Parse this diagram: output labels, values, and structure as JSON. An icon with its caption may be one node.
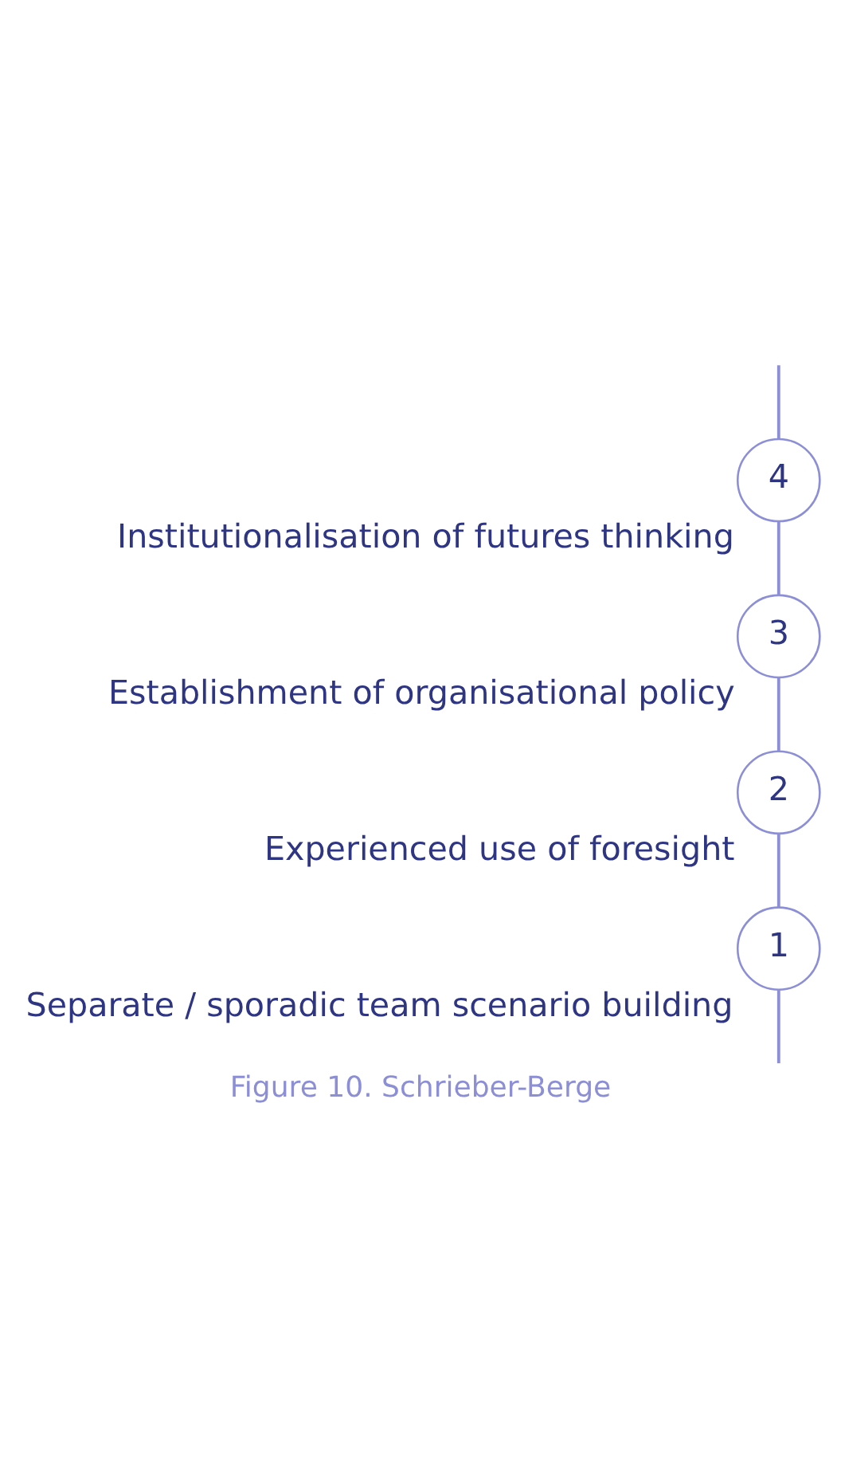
{
  "diagram": {
    "caption": "Figure 10. Schrieber-Berge",
    "nodes": [
      {
        "text": [
          "1"
        ],
        "beside": [
          "Separate / sporadic team scenario building"
        ]
      },
      {
        "text": [
          "2"
        ],
        "beside": [
          "Experienced use of foresight"
        ]
      },
      {
        "text": [
          "3"
        ],
        "beside": [
          "Establishment of organisational policy"
        ]
      },
      {
        "text": [
          "4"
        ],
        "beside": [
          "Institutionalisation of futures thinking"
        ]
      }
    ],
    "edges": [
      {
        "from": null,
        "to": 0,
        "arrow": "none"
      },
      {
        "from": 0,
        "to": 1,
        "arrow": "none"
      },
      {
        "from": 1,
        "to": 2,
        "arrow": "none"
      },
      {
        "from": 2,
        "to": 3,
        "arrow": "none"
      },
      {
        "from": 3,
        "to": null,
        "arrow": "none"
      }
    ]
  }
}
